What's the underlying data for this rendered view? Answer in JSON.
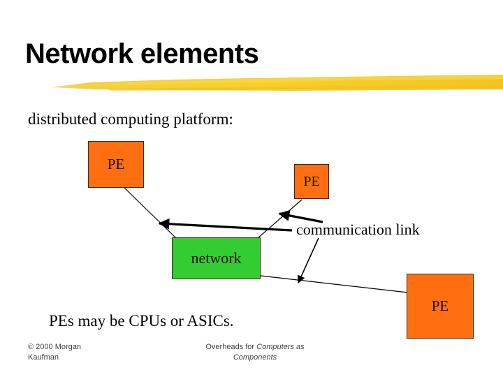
{
  "slide": {
    "title": "Network elements",
    "subhead": "distributed computing platform:",
    "note": "PEs may be CPUs or ASICs.",
    "accent_brush_color": "#f2c832",
    "pe_fill_color": "#ff6f12",
    "network_fill_color": "#34cc33"
  },
  "diagram": {
    "pe_1": {
      "label": "PE"
    },
    "pe_2": {
      "label": "PE"
    },
    "pe_3": {
      "label": "PE"
    },
    "network": {
      "label": "network"
    },
    "annotation": {
      "label": "communication link"
    }
  },
  "footer": {
    "copyright_line_1": "© 2000 Morgan",
    "copyright_line_2": "Kaufman",
    "credit_prefix": "Overheads for ",
    "credit_title_line_1": "Computers as",
    "credit_title_line_2": "Components"
  }
}
